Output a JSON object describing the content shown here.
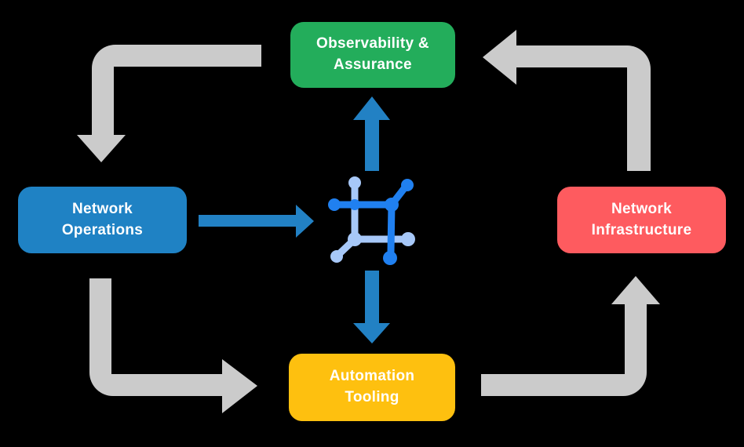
{
  "colors": {
    "background": "#000000",
    "arrow-gray": "#CBCBCB",
    "arrow-blue": "#2281C4",
    "icon-blue-dark": "#2080F0",
    "icon-blue-light": "#A7C8F8",
    "node-green": "#23AD5B",
    "node-blue": "#1F82C4",
    "node-red": "#FE5B5F",
    "node-yellow": "#FEC00F",
    "text-white": "#FFFFFF"
  },
  "diagram": {
    "nodes": {
      "observability": {
        "line1": "Observability &",
        "line2": "Assurance"
      },
      "operations": {
        "line1": "Network",
        "line2": "Operations"
      },
      "infrastructure": {
        "line1": "Network",
        "line2": "Infrastructure"
      },
      "automation": {
        "line1": "Automation",
        "line2": "Tooling"
      }
    },
    "icons": {
      "center": "network-automation-hub-icon"
    }
  }
}
